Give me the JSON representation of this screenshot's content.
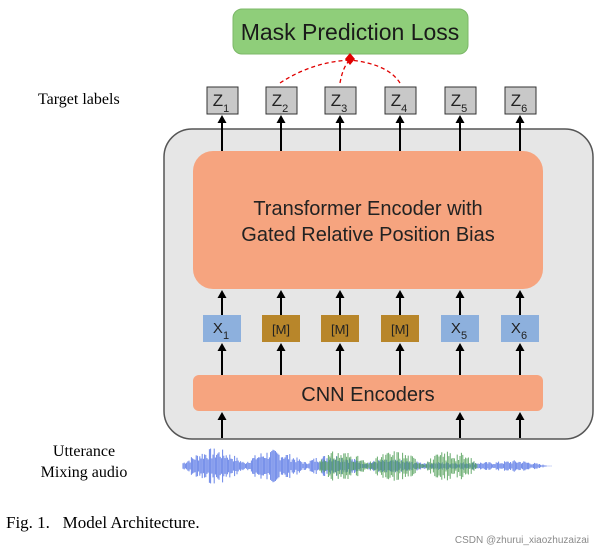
{
  "loss_label": "Mask Prediction Loss",
  "target_labels_caption": "Target labels",
  "targets": [
    {
      "base": "Z",
      "sub": "1"
    },
    {
      "base": "Z",
      "sub": "2"
    },
    {
      "base": "Z",
      "sub": "3"
    },
    {
      "base": "Z",
      "sub": "4"
    },
    {
      "base": "Z",
      "sub": "5"
    },
    {
      "base": "Z",
      "sub": "6"
    }
  ],
  "transformer": {
    "line1": "Transformer Encoder with",
    "line2": "Gated Relative Position Bias"
  },
  "tokens": [
    {
      "base": "X",
      "sub": "1",
      "masked": false
    },
    {
      "base": "[M]",
      "sub": "",
      "masked": true
    },
    {
      "base": "[M]",
      "sub": "",
      "masked": true
    },
    {
      "base": "[M]",
      "sub": "",
      "masked": true
    },
    {
      "base": "X",
      "sub": "5",
      "masked": false
    },
    {
      "base": "X",
      "sub": "6",
      "masked": false
    }
  ],
  "cnn_label": "CNN Encoders",
  "input_caption": {
    "line1": "Utterance",
    "line2": "Mixing  audio"
  },
  "figure_caption": "Fig. 1.   Model Architecture.",
  "watermark": "CSDN @zhurui_xiaozhuzaizai",
  "colors": {
    "loss_fill": "#8fce7a",
    "target_fill": "#c8c8c8",
    "panel_fill": "#e6e6e6",
    "orange": "#f6a47f",
    "token_blue": "#8db0dd",
    "token_mask": "#b8862a",
    "dashed_red": "#e00000",
    "wave_blue": "#5a78e6",
    "wave_green": "#4e9e55"
  }
}
